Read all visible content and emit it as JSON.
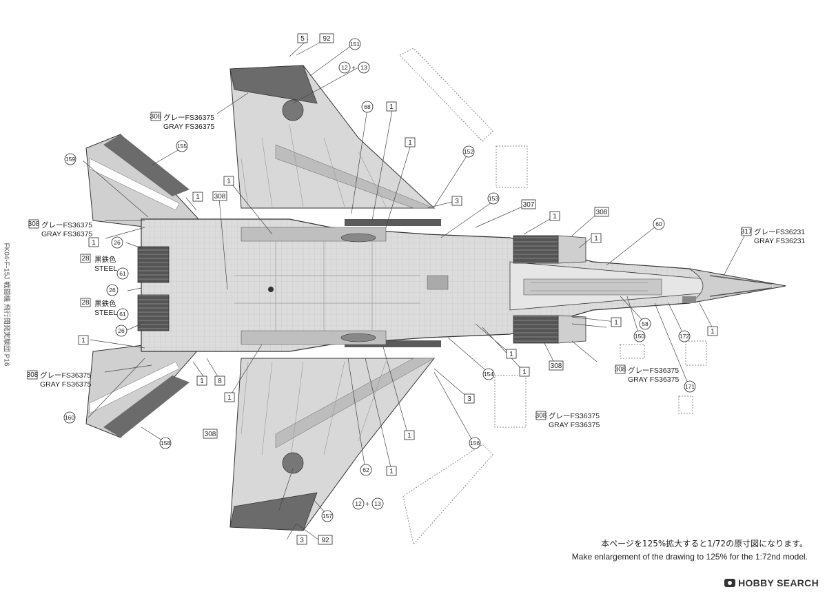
{
  "side_note": "FK04-F-15J 戦闘機 飛行開発実験団 P16",
  "footer": {
    "note_ja": "本ページを125%拡大すると1/72の原寸図になります。",
    "note_en": "Make enlargement of the drawing to 125% for the 1:72nd model."
  },
  "watermark": "HOBBY SEARCH",
  "colors": {
    "gray_light": "#d9d9d9",
    "gray_mid": "#c6c6c6",
    "gray_dark": "#6b6b6b",
    "steel": "#4a4a4a",
    "line": "#333333"
  },
  "color_callouts": {
    "c308_ja": "グレーFS36375",
    "c308_en": "GRAY FS36375",
    "c317_ja": "グレーFS36231",
    "c317_en": "GRAY FS36231",
    "c28_ja": "黒鉄色",
    "c28_en": "STEEL"
  },
  "box_numbers": {
    "n1": "1",
    "n3": "3",
    "n5": "5",
    "n8": "8",
    "n28": "28",
    "n92": "92",
    "n307": "307",
    "n308": "308",
    "n317": "317"
  },
  "circle_numbers": {
    "n12_13": "12+13",
    "n12": "12",
    "n13": "13",
    "plus": "+",
    "n26": "26",
    "n58": "58",
    "n60": "60",
    "n61": "61",
    "n62": "62",
    "n68": "68",
    "n150": "150",
    "n151": "151",
    "n152": "152",
    "n153": "153",
    "n154": "154",
    "n155": "155",
    "n156": "156",
    "n157": "157",
    "n158": "158",
    "n159": "159",
    "n160": "160",
    "n171": "171",
    "n172": "172"
  }
}
